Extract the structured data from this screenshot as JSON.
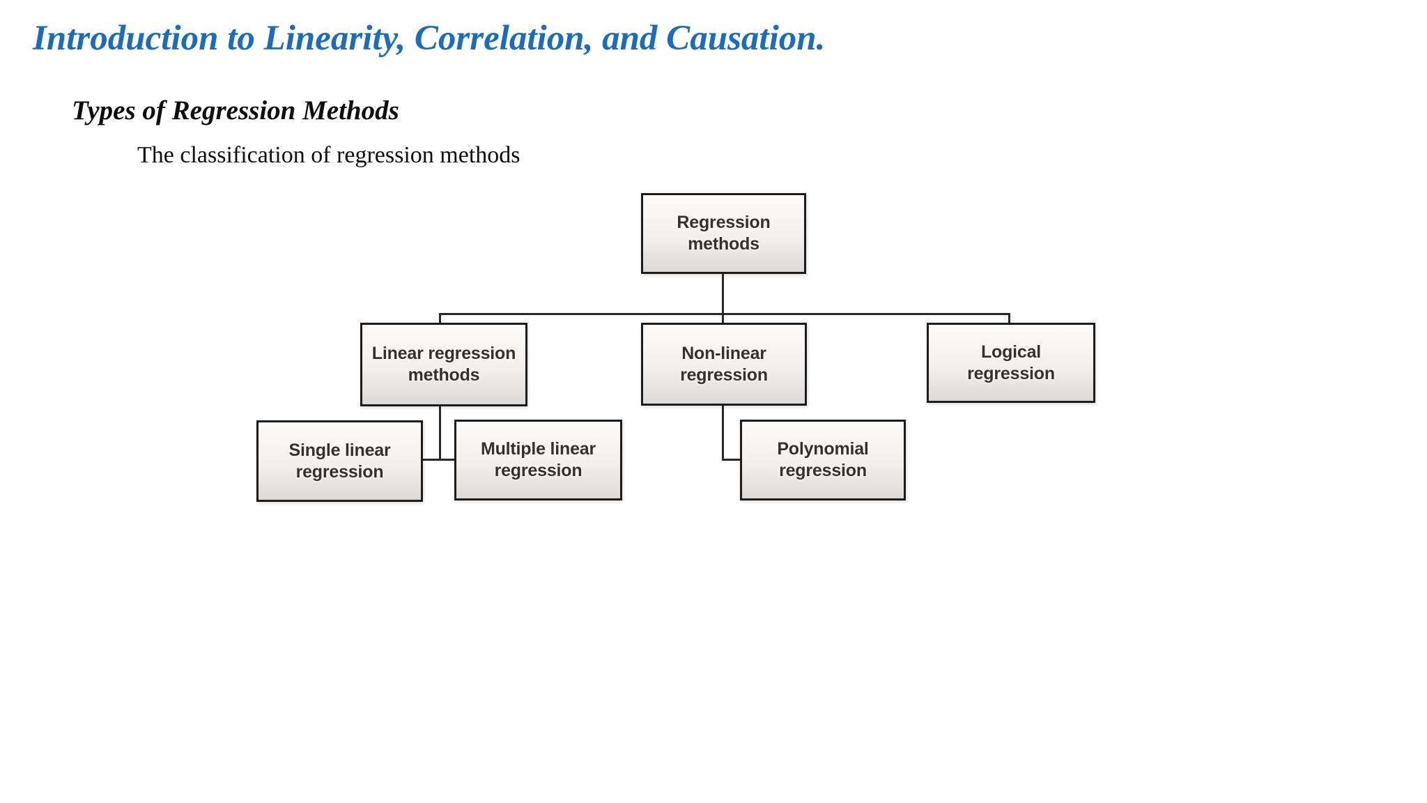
{
  "slide": {
    "title": "Introduction to Linearity, Correlation, and Causation.",
    "subtitle": "Types of Regression Methods",
    "caption": "The classification of regression methods"
  },
  "colors": {
    "title_blue": "#1b6cbd",
    "heading_black": "#0e0e0e",
    "box_border": "#1d1c1b",
    "box_fill_top": "#fcfbfa",
    "box_fill_bottom": "#dcdad8",
    "box_text": "#323130",
    "connector": "#2a2a2a",
    "background": "#ffffff"
  },
  "diagram": {
    "type": "tree",
    "nodes": [
      {
        "id": "regression-methods",
        "label": "Regression methods",
        "lines": [
          "Regression",
          "methods"
        ],
        "parent": null
      },
      {
        "id": "linear-regression-methods",
        "label": "Linear regression methods",
        "lines": [
          "Linear regression",
          "methods"
        ],
        "parent": "regression-methods"
      },
      {
        "id": "non-linear-regression",
        "label": "Non-linear regression",
        "lines": [
          "Non-linear",
          "regression"
        ],
        "parent": "regression-methods"
      },
      {
        "id": "logical-regression",
        "label": "Logical regression",
        "lines": [
          "Logical",
          "regression"
        ],
        "parent": "regression-methods"
      },
      {
        "id": "single-linear-regression",
        "label": "Single linear regression",
        "lines": [
          "Single linear",
          "regression"
        ],
        "parent": "linear-regression-methods"
      },
      {
        "id": "multiple-linear-regression",
        "label": "Multiple linear regression",
        "lines": [
          "Multiple linear",
          "regression"
        ],
        "parent": "linear-regression-methods"
      },
      {
        "id": "polynomial-regression",
        "label": "Polynomial regression",
        "lines": [
          "Polynomial",
          "regression"
        ],
        "parent": "non-linear-regression"
      }
    ],
    "edges": [
      [
        "regression-methods",
        "linear-regression-methods"
      ],
      [
        "regression-methods",
        "non-linear-regression"
      ],
      [
        "regression-methods",
        "logical-regression"
      ],
      [
        "linear-regression-methods",
        "single-linear-regression"
      ],
      [
        "linear-regression-methods",
        "multiple-linear-regression"
      ],
      [
        "non-linear-regression",
        "polynomial-regression"
      ]
    ]
  }
}
